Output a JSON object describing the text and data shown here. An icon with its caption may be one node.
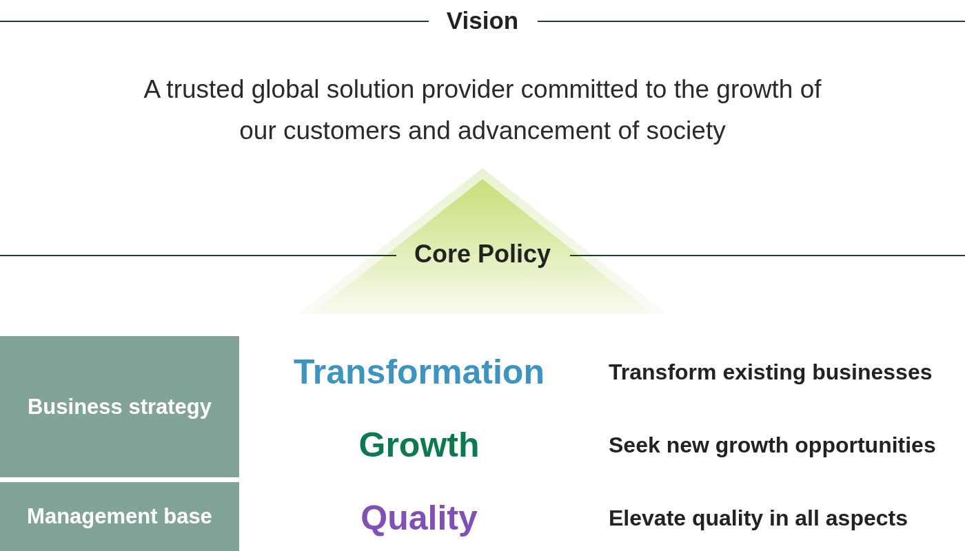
{
  "diagram": {
    "nodes": [
      {
        "text": [
          "Core Policy"
        ]
      },
      {
        "text": [
          "Business strategy"
        ]
      },
      {
        "text": [
          "Management base"
        ]
      }
    ],
    "labels": [
      "Vision",
      "A trusted global solution provider committed to the growth of our customers and advancement of society",
      "Transformation",
      "Transform existing businesses",
      "Growth",
      "Seek new growth opportunities",
      "Quality",
      "Elevate quality in all aspects"
    ]
  }
}
